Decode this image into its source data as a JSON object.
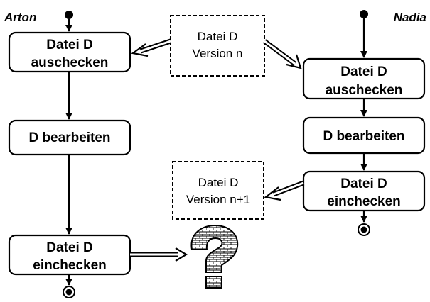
{
  "actors": {
    "left": "Arton",
    "right": "Nadia"
  },
  "arton": {
    "checkout": [
      "Datei D",
      "auschecken"
    ],
    "edit": "D bearbeiten",
    "checkin": [
      "Datei D",
      "einchecken"
    ]
  },
  "nadia": {
    "checkout": [
      "Datei D",
      "auschecken"
    ],
    "edit": "D bearbeiten",
    "checkin": [
      "Datei D",
      "einchecken"
    ]
  },
  "objects": {
    "version_n": [
      "Datei D",
      "Version n"
    ],
    "version_n1": [
      "Datei D",
      "Version n+1"
    ]
  },
  "conflict_symbol": "?"
}
